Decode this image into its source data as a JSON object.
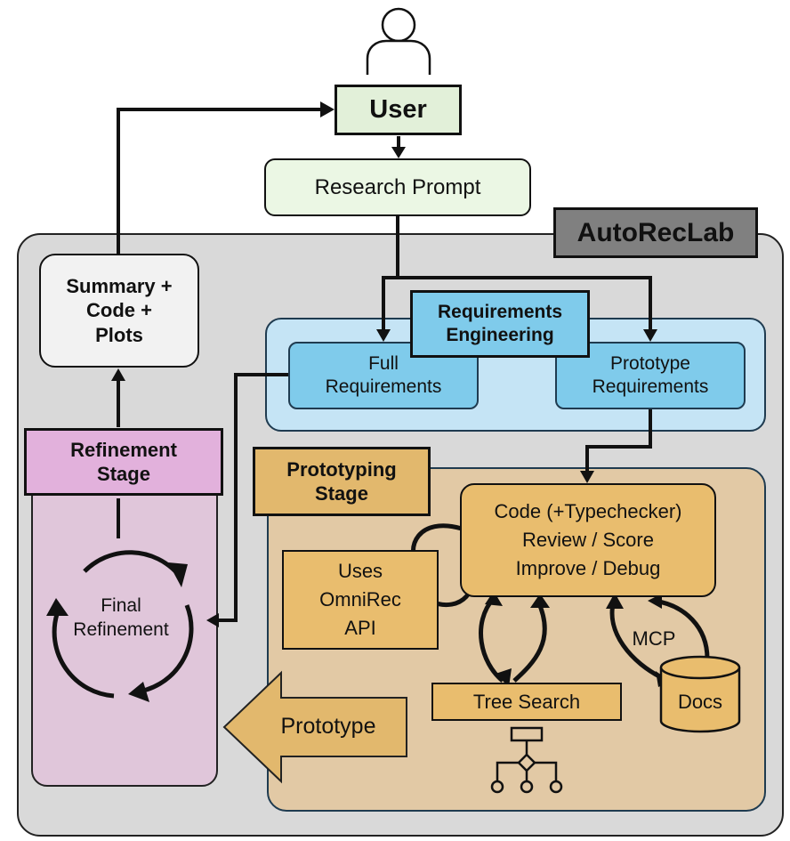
{
  "user": {
    "label": "User"
  },
  "research_prompt": {
    "label": "Research Prompt"
  },
  "system": {
    "label": "AutoRecLab"
  },
  "summary": {
    "label": "Summary + Code + Plots"
  },
  "requirements": {
    "title": "Requirements Engineering",
    "full": "Full Requirements",
    "prototype": "Prototype Requirements"
  },
  "refinement": {
    "title": "Refinement Stage",
    "loop_label": "Final Refinement"
  },
  "prototyping": {
    "title": "Prototyping Stage",
    "code_box": [
      "Code (+Typechecker)",
      "Review / Score",
      "Improve / Debug"
    ],
    "uses_box": [
      "Uses",
      "OmniRec",
      "API"
    ],
    "tree_search": "Tree Search",
    "mcp": "MCP",
    "docs": "Docs",
    "output_arrow": "Prototype"
  },
  "colors": {
    "system_bg": "#d9d9d9",
    "user_bg": "#e2f0d9",
    "prompt_bg": "#ebf7e4",
    "summary_bg": "#f2f2f2",
    "requirements_panel": "#c5e4f5",
    "requirements_box": "#7fcbeb",
    "refinement_panel": "#e0c6da",
    "refinement_title": "#e2b1dc",
    "prototyping_panel": "#e2c9a5",
    "prototyping_box": "#e9bd6e",
    "autoreclab_label": "#808080"
  }
}
